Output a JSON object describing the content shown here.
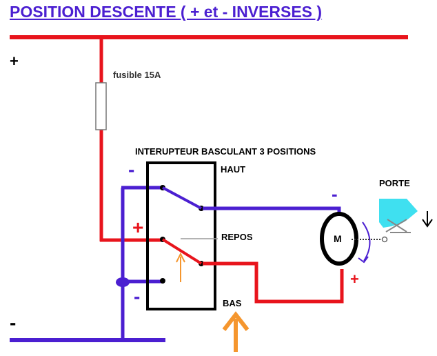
{
  "title": "POSITION DESCENTE ( + et - INVERSES )",
  "labels": {
    "fuse": "fusible 15A",
    "switch": "INTERUPTEUR  BASCULANT 3 POSITIONS",
    "haut": "HAUT",
    "repos": "REPOS",
    "bas": "BAS",
    "porte": "PORTE",
    "motor": "M"
  },
  "signs": {
    "supply_plus": "+",
    "supply_minus": "-",
    "switch_top_minus": "-",
    "switch_mid_plus": "+",
    "switch_bottom_minus": "-",
    "motor_top_minus": "-",
    "motor_bottom_plus": "+"
  },
  "colors": {
    "title": "#4b1fd1",
    "positive_wire": "#e8141c",
    "negative_wire": "#4b1fd1",
    "switch_box": "#000000",
    "arrow": "#f5962e",
    "door": "#3fe0f0",
    "repos_line": "#9a9a9a"
  }
}
